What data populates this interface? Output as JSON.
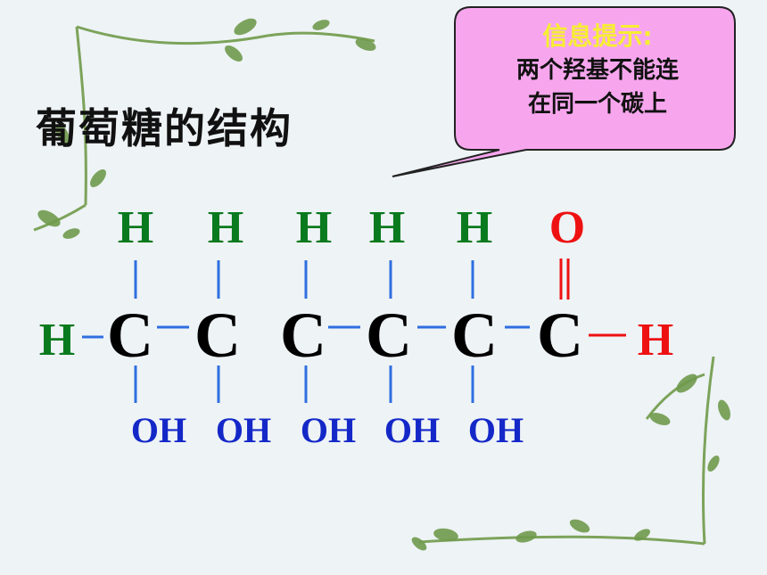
{
  "title": "葡萄糖的结构",
  "hint": {
    "heading": "信息提示:",
    "line1": "两个羟基不能连",
    "line2": "在同一个碳上"
  },
  "molecule": {
    "top_atoms": [
      "H",
      "H",
      "H",
      "H",
      "H",
      "O"
    ],
    "chain_atoms": [
      "C",
      "C",
      "C",
      "C",
      "C",
      "C"
    ],
    "left_end": "H",
    "right_end": "H",
    "bottom_groups": [
      "OH",
      "OH",
      "OH",
      "OH",
      "OH"
    ]
  },
  "colors": {
    "hydrogen_top": "#0a7a1e",
    "oxygen": "#ee1111",
    "carbon": "#000000",
    "hydroxyl": "#1428c8",
    "bond": "#2f6fe0",
    "double_bond": "#ee1111",
    "callout_fill": "#f7a6ee",
    "callout_heading": "#f6ee32"
  }
}
